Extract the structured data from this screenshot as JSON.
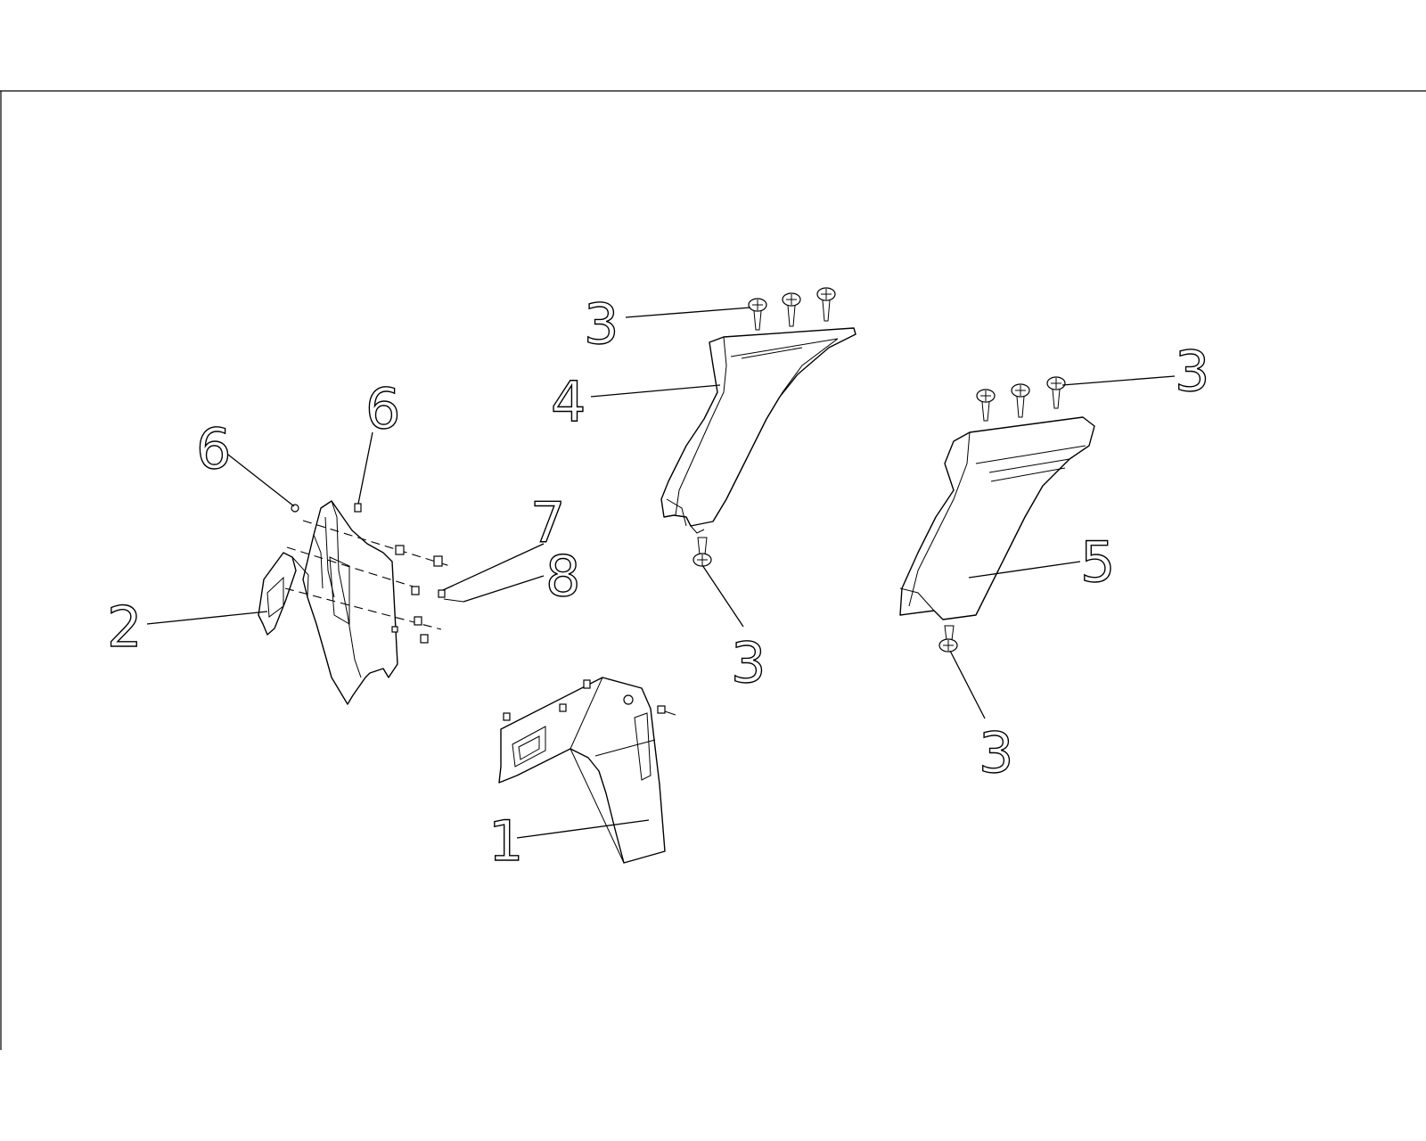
{
  "callouts": [
    {
      "id": "c1",
      "label": "1"
    },
    {
      "id": "c2",
      "label": "2"
    },
    {
      "id": "c3a",
      "label": "3"
    },
    {
      "id": "c3b",
      "label": "3"
    },
    {
      "id": "c3c",
      "label": "3"
    },
    {
      "id": "c3d",
      "label": "3"
    },
    {
      "id": "c4",
      "label": "4"
    },
    {
      "id": "c5",
      "label": "5"
    },
    {
      "id": "c6a",
      "label": "6"
    },
    {
      "id": "c6b",
      "label": "6"
    },
    {
      "id": "c7",
      "label": "7"
    },
    {
      "id": "c8",
      "label": "8"
    }
  ]
}
